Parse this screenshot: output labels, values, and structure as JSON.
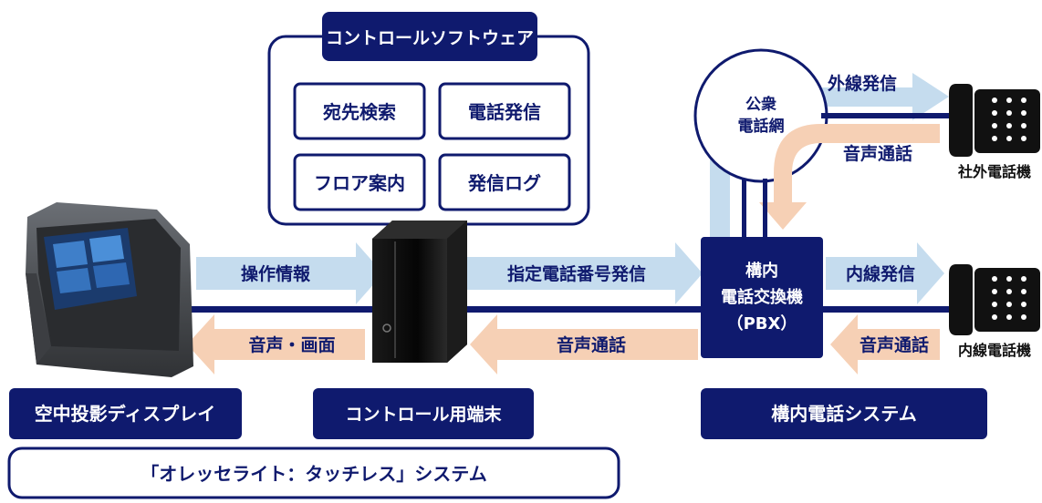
{
  "software": {
    "title": "コントロールソフトウェア",
    "functions": [
      "宛先検索",
      "電話発信",
      "フロア案内",
      "発信ログ"
    ]
  },
  "public_network": "公衆\n電話網",
  "pbx": {
    "lines": [
      "構内",
      "電話交換機",
      "（PBX）"
    ]
  },
  "arrows": {
    "operation_info": "操作情報",
    "designated_number_call": "指定電話番号発信",
    "voice_screen": "音声・画面",
    "voice_call_terminal": "音声通話",
    "external_call": "外線発信",
    "voice_call_external": "音声通話",
    "internal_call": "内線発信",
    "voice_call_internal": "音声通話"
  },
  "devices": {
    "external_phone": "社外電話機",
    "internal_phone": "内線電話機"
  },
  "labels": {
    "aerial_display": "空中投影ディスプレイ",
    "control_terminal": "コントロール用端末",
    "internal_phone_system": "構内電話システム"
  },
  "system_name": "「オレッセライト：タッチレス」システム",
  "colors": {
    "navy": "#0f1a6e",
    "light_blue": "#c5dcee",
    "peach": "#f6d0b5"
  }
}
